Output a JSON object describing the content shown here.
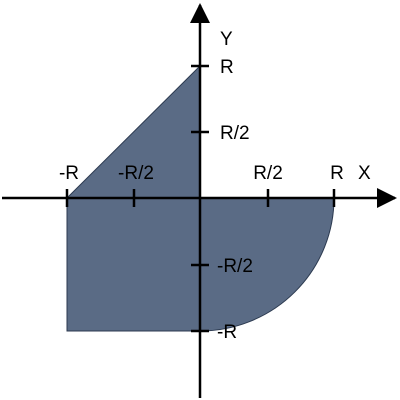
{
  "axes": {
    "x_label": "X",
    "y_label": "Y"
  },
  "x_ticks": [
    {
      "value": -1,
      "label": "-R"
    },
    {
      "value": -0.5,
      "label": "-R/2"
    },
    {
      "value": 0.5,
      "label": "R/2"
    },
    {
      "value": 1,
      "label": "R"
    }
  ],
  "y_ticks": [
    {
      "value": 1,
      "label": "R"
    },
    {
      "value": 0.5,
      "label": "R/2"
    },
    {
      "value": -0.5,
      "label": "-R/2"
    },
    {
      "value": -1,
      "label": "-R"
    }
  ],
  "region": {
    "fill_color": "#5a6b85",
    "stroke_color": "#2c3a50",
    "parts": [
      {
        "name": "triangle",
        "quadrant": "II",
        "vertices": [
          [
            -1,
            0
          ],
          [
            0,
            1
          ],
          [
            0,
            0
          ]
        ]
      },
      {
        "name": "square",
        "quadrant": "III",
        "vertices": [
          [
            -1,
            0
          ],
          [
            0,
            0
          ],
          [
            0,
            -1
          ],
          [
            -1,
            -1
          ]
        ]
      },
      {
        "name": "quarter-circle",
        "quadrant": "IV",
        "radius": 1
      }
    ]
  }
}
